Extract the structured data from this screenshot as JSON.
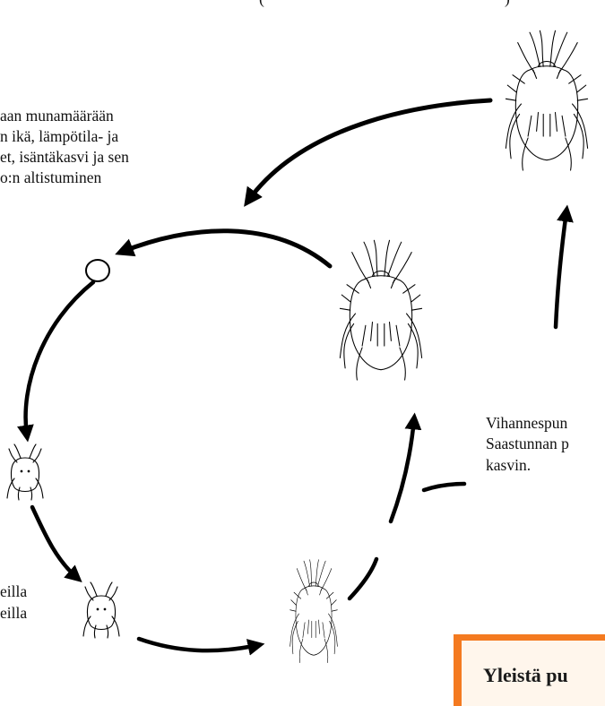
{
  "top_caption": "(",
  "top_caption_end": ")",
  "note_top_left": {
    "lines": [
      "aan munamäärään",
      "n ikä, lämpötila- ja",
      "et, isäntäkasvi ja sen",
      "o:n altistuminen"
    ]
  },
  "note_right": {
    "lines": [
      "Vihannespun",
      "Saastunnan p",
      "kasvin."
    ]
  },
  "note_bottom_left": {
    "lines": [
      "eilla",
      "eilla"
    ]
  },
  "info_box": {
    "title": "Yleistä pu",
    "border_color": "#f47a20",
    "fill_color": "#fff6ec"
  },
  "stages": [
    "egg",
    "larva",
    "protonymph",
    "deutonymph",
    "adult-female",
    "adult-male"
  ]
}
